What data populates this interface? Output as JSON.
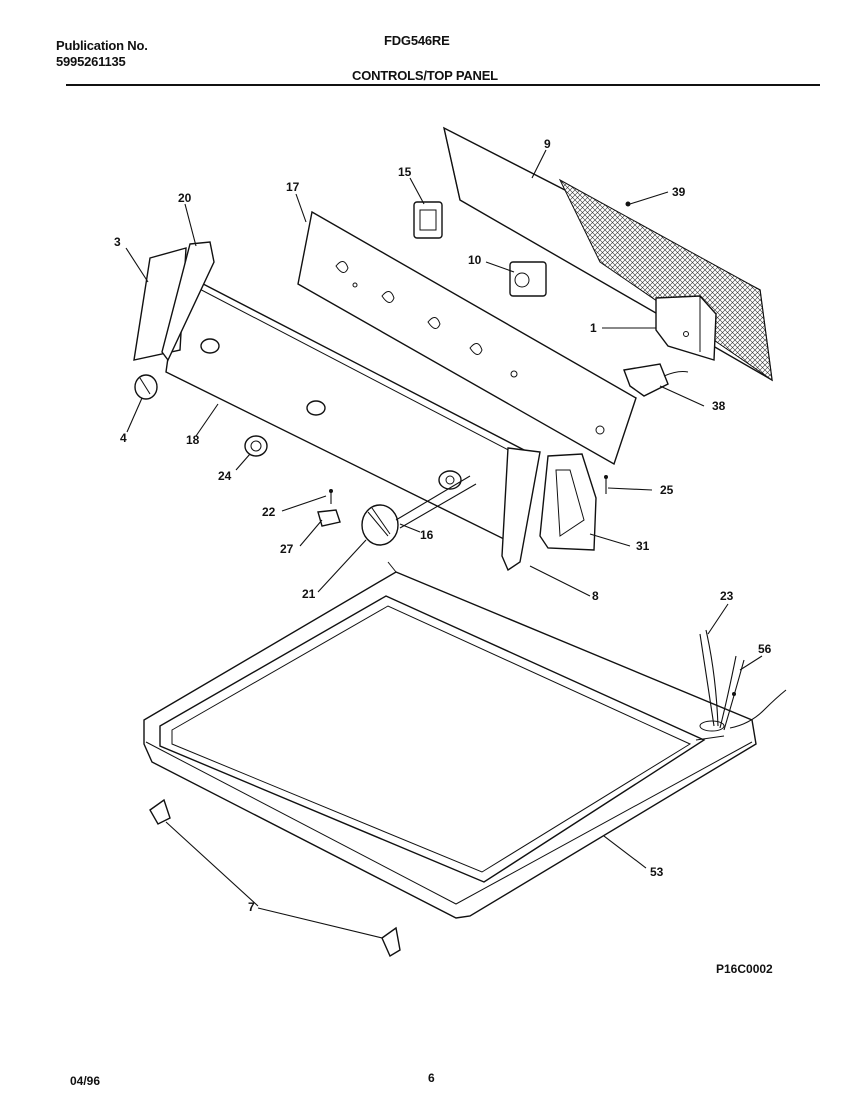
{
  "header": {
    "publication_label": "Publication No.",
    "publication_number": "5995261135",
    "model": "FDG546RE",
    "section_title": "CONTROLS/TOP PANEL"
  },
  "diagram": {
    "figure_code": "P16C0002",
    "callouts": [
      "9",
      "39",
      "15",
      "17",
      "20",
      "3",
      "10",
      "1",
      "38",
      "4",
      "18",
      "24",
      "25",
      "22",
      "16",
      "31",
      "27",
      "21",
      "8",
      "23",
      "56",
      "53",
      "7"
    ]
  },
  "footer": {
    "date": "04/96",
    "page": "6"
  }
}
